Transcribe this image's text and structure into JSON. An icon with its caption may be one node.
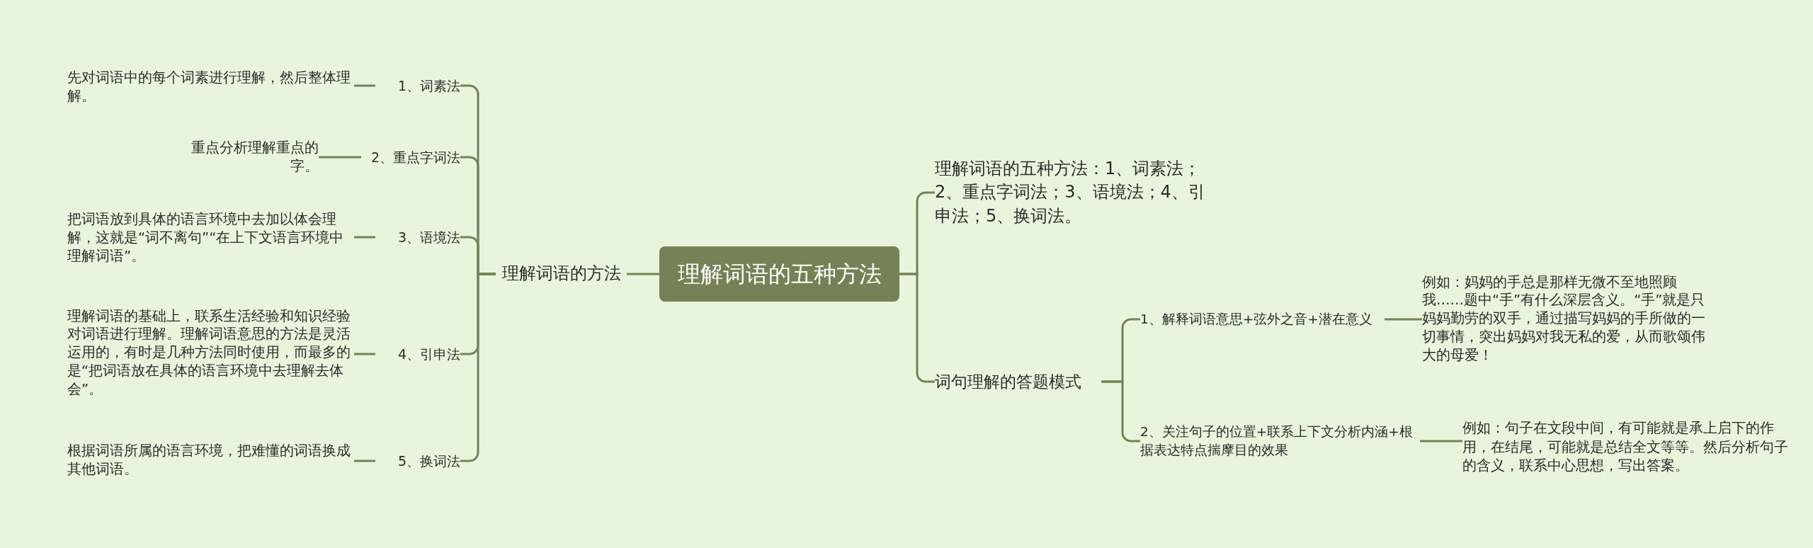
{
  "diagram": {
    "nodes": [
      {
        "text": [
          "理解词语的五种方法"
        ]
      },
      {
        "text": [
          "理解词语的方法"
        ]
      },
      {
        "text": [
          "1、词素法"
        ]
      },
      {
        "text": [
          "先对词语中的每个词素进行理解，然后整体理解。"
        ]
      },
      {
        "text": [
          "2、重点字词法"
        ]
      },
      {
        "text": [
          "重点分析理解重点的字。"
        ]
      },
      {
        "text": [
          "3、语境法"
        ]
      },
      {
        "text": [
          "把词语放到具体的语言环境中去加以体会理解，这就是“词不离句”“在上下文语言环境中理解词语”。"
        ]
      },
      {
        "text": [
          "4、引申法"
        ]
      },
      {
        "text": [
          "理解词语的基础上，联系生活经验和知识经验对词语进行理解。理解词语意思的方法是灵活运用的，有时是几种方法同时使用，而最多的是“把词语放在具体的语言环境中去理解去体会”。"
        ]
      },
      {
        "text": [
          "5、换词法"
        ]
      },
      {
        "text": [
          "根据词语所属的语言环境，把难懂的词语换成其他词语。"
        ]
      },
      {
        "text": [
          "理解词语的五种方法：1、词素法；2、重点字词法；3、语境法；4、引申法；5、换词法。"
        ]
      },
      {
        "text": [
          "词句理解的答题模式"
        ]
      },
      {
        "text": [
          "1、解释词语意思+弦外之音+潜在意义"
        ]
      },
      {
        "text": [
          "例如：妈妈的手总是那样无微不至地照顾我……题中“手”有什么深层含义。“手”就是只妈妈勤劳的双手，通过描写妈妈的手所做的一切事情，突出妈妈对我无私的爱，从而歌颂伟大的母爱！"
        ]
      },
      {
        "text": [
          "2、关注句子的位置+联系上下文分析内涵+根据表达特点揣摩目的效果"
        ]
      },
      {
        "text": [
          "例如：句子在文段中间，有可能就是承上启下的作用，在结尾，可能就是总结全文等等。然后分析句子的含义，联系中心思想，写出答案。"
        ]
      }
    ],
    "edges": [
      {
        "from": 0,
        "to": 1,
        "arrow": "none"
      },
      {
        "from": 1,
        "to": 2,
        "arrow": "none"
      },
      {
        "from": 2,
        "to": 3,
        "arrow": "none"
      },
      {
        "from": 1,
        "to": 4,
        "arrow": "none"
      },
      {
        "from": 4,
        "to": 5,
        "arrow": "none"
      },
      {
        "from": 1,
        "to": 6,
        "arrow": "none"
      },
      {
        "from": 6,
        "to": 7,
        "arrow": "none"
      },
      {
        "from": 1,
        "to": 8,
        "arrow": "none"
      },
      {
        "from": 8,
        "to": 9,
        "arrow": "none"
      },
      {
        "from": 1,
        "to": 10,
        "arrow": "none"
      },
      {
        "from": 10,
        "to": 11,
        "arrow": "none"
      },
      {
        "from": 0,
        "to": 12,
        "arrow": "none"
      },
      {
        "from": 0,
        "to": 13,
        "arrow": "none"
      },
      {
        "from": 13,
        "to": 14,
        "arrow": "none"
      },
      {
        "from": 14,
        "to": 15,
        "arrow": "none"
      },
      {
        "from": 13,
        "to": 16,
        "arrow": "none"
      },
      {
        "from": 16,
        "to": 17,
        "arrow": "none"
      }
    ]
  }
}
